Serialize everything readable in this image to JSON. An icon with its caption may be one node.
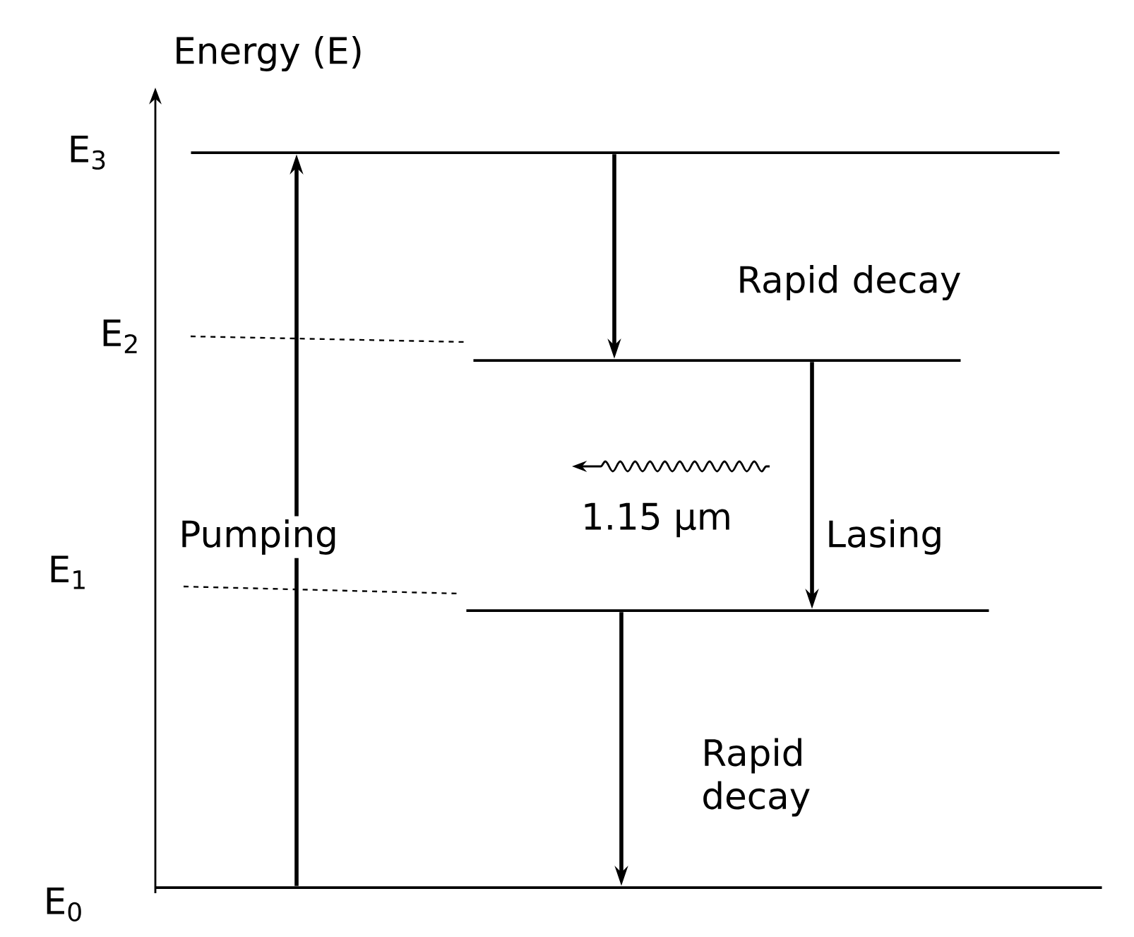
{
  "diagram": {
    "nodes": [
      {
        "text": [],
        "shape": "bar"
      },
      {
        "text": [],
        "shape": "bar"
      },
      {
        "text": [],
        "shape": "bar"
      },
      {
        "text": [],
        "shape": "bar"
      }
    ],
    "edges": [
      {
        "from": 3,
        "to": 0,
        "arrow": "to",
        "label": "Pumping"
      },
      {
        "from": 0,
        "to": 1,
        "arrow": "to",
        "label": "Rapid decay"
      },
      {
        "from": 1,
        "to": 2,
        "arrow": "to",
        "label": "Lasing"
      },
      {
        "from": 2,
        "to": 3,
        "arrow": "to",
        "label": "Rapid decay"
      }
    ],
    "labels": [
      "Energy (E)",
      "E$_{3}$",
      "E$_{2}$",
      "1.15 µm",
      "E$_{1}$",
      "E$_{0}$"
    ]
  }
}
